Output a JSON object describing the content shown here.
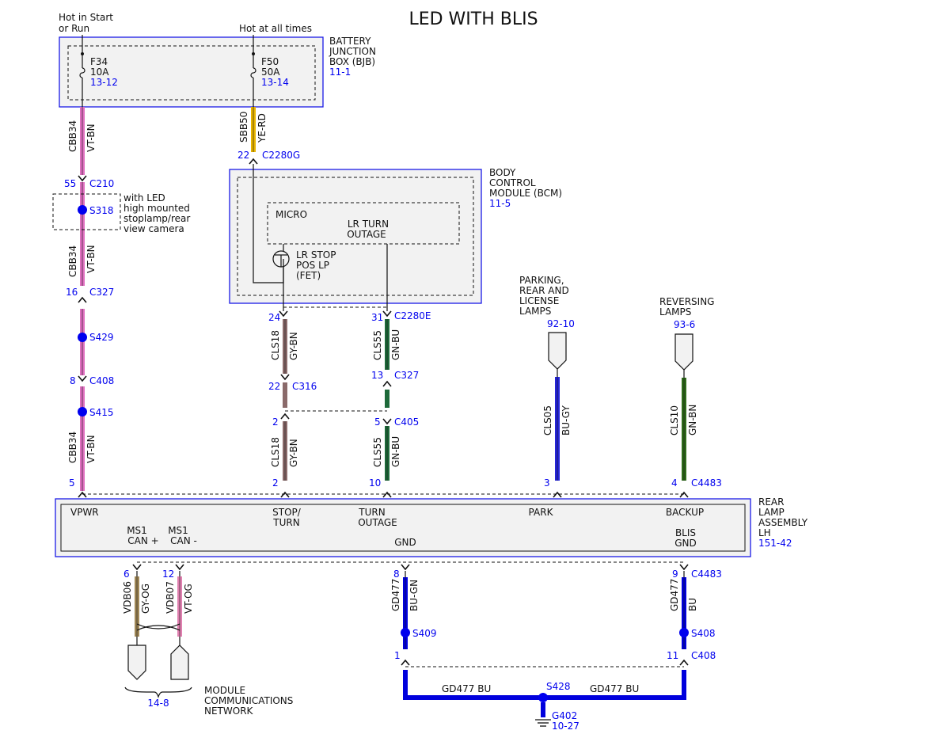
{
  "title": "LED WITH BLIS",
  "feeds": {
    "left": [
      "Hot in Start",
      "or Run"
    ],
    "right": "Hot at all times"
  },
  "bjb": {
    "name": [
      "BATTERY",
      "JUNCTION",
      "BOX (BJB)"
    ],
    "ref": "11-1",
    "fuses": [
      {
        "id": "F34",
        "rating": "10A",
        "ref": "13-12"
      },
      {
        "id": "F50",
        "rating": "50A",
        "ref": "13-14"
      }
    ]
  },
  "bcm": {
    "name": [
      "BODY",
      "CONTROL",
      "MODULE (BCM)"
    ],
    "ref": "11-5",
    "micro": "MICRO",
    "lr_turn": [
      "LR TURN",
      "OUTAGE"
    ],
    "fet": [
      "LR STOP",
      "POS LP",
      "(FET)"
    ]
  },
  "splice_note": [
    "with LED",
    "high mounted",
    "stoplamp/rear",
    "view camera"
  ],
  "parking": {
    "name": [
      "PARKING,",
      "REAR AND",
      "LICENSE",
      "LAMPS"
    ],
    "ref": "92-10"
  },
  "reversing": {
    "name": [
      "REVERSING",
      "LAMPS"
    ],
    "ref": "93-6"
  },
  "rear_lamp": {
    "name": [
      "REAR",
      "LAMP",
      "ASSEMBLY",
      "LH"
    ],
    "ref": "151-42",
    "pins": {
      "vpwr": "VPWR",
      "stop_turn": [
        "STOP/",
        "TURN"
      ],
      "turn_outage": [
        "TURN",
        "OUTAGE"
      ],
      "park": "PARK",
      "backup": "BACKUP",
      "ms1_can_plus": [
        "MS1",
        "CAN +"
      ],
      "ms1_can_minus": [
        "MS1",
        "CAN -"
      ],
      "gnd": "GND",
      "blis_gnd": [
        "BLIS",
        "GND"
      ]
    }
  },
  "mcn": {
    "name": [
      "MODULE",
      "COMMUNICATIONS",
      "NETWORK"
    ],
    "ref": "14-8"
  },
  "ground": {
    "id": "G402",
    "ref": "10-27"
  },
  "wires": {
    "cbb34": "CBB34",
    "vt_bn": "VT-BN",
    "sbb50": "SBB50",
    "ye_rd": "YE-RD",
    "cls18": "CLS18",
    "gy_bn": "GY-BN",
    "cls55": "CLS55",
    "gn_bu": "GN-BU",
    "cls05": "CLS05",
    "bu_gy": "BU-GY",
    "cls10": "CLS10",
    "gn_bn": "GN-BN",
    "vdb06": "VDB06",
    "gy_og": "GY-OG",
    "vdb07": "VDB07",
    "vt_og": "VT-OG",
    "gd477": "GD477",
    "bu_gn": "BU-GN",
    "bu": "BU",
    "gd477_bu": "GD477   BU"
  },
  "connectors": {
    "c2280g": "C2280G",
    "c210": "C210",
    "s318": "S318",
    "c327": "C327",
    "s429": "S429",
    "c408": "C408",
    "s415": "S415",
    "c2280e": "C2280E",
    "c316": "C316",
    "c405": "C405",
    "c4483": "C4483",
    "s409": "S409",
    "s408": "S408",
    "s428": "S428"
  },
  "pins": {
    "p22": "22",
    "p55": "55",
    "p16": "16",
    "p8": "8",
    "p5": "5",
    "p24": "24",
    "p2": "2",
    "p31": "31",
    "p13": "13",
    "p10": "10",
    "p3": "3",
    "p4": "4",
    "p6": "6",
    "p12": "12",
    "p9": "9",
    "p1": "1",
    "p11": "11"
  },
  "colors": {
    "module_border": "#1a1ae6",
    "ref_text": "#0000ee",
    "vt_bn": "#e070c0",
    "ye_rd": "#e8b400",
    "gy_bn": "#8a6a6a",
    "gn_bu": "#1e6a3a",
    "bu_gy": "#2424d8",
    "gn_bn": "#2e6a1a",
    "gy_og": "#a08858",
    "vt_og": "#e080b0",
    "bu": "#0000dd"
  }
}
